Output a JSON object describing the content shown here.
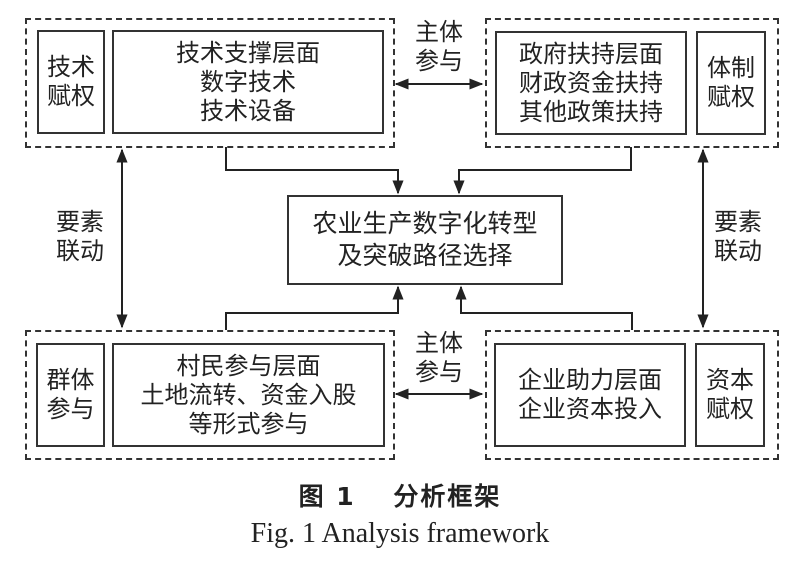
{
  "diagram": {
    "top_left": {
      "side_label": [
        "技术",
        "赋权"
      ],
      "main_lines": [
        "技术支撑层面",
        "数字技术",
        "技术设备"
      ]
    },
    "top_right": {
      "main_lines": [
        "政府扶持层面",
        "财政资金扶持",
        "其他政策扶持"
      ],
      "side_label": [
        "体制",
        "赋权"
      ]
    },
    "bottom_left": {
      "side_label": [
        "群体",
        "参与"
      ],
      "main_lines": [
        "村民参与层面",
        "土地流转、资金入股",
        "等形式参与"
      ]
    },
    "bottom_right": {
      "main_lines": [
        "企业助力层面",
        "企业资本投入"
      ],
      "side_label": [
        "资本",
        "赋权"
      ]
    },
    "center": {
      "lines": [
        "农业生产数字化转型",
        "及突破路径选择"
      ]
    },
    "connectors": {
      "top_horizontal": [
        "主体",
        "参与"
      ],
      "bottom_horizontal": [
        "主体",
        "参与"
      ],
      "left_vertical": [
        "要素",
        "联动"
      ],
      "right_vertical": [
        "要素",
        "联动"
      ]
    }
  },
  "caption": {
    "chinese": "图 1　 分析框架",
    "english": "Fig. 1 Analysis framework"
  }
}
